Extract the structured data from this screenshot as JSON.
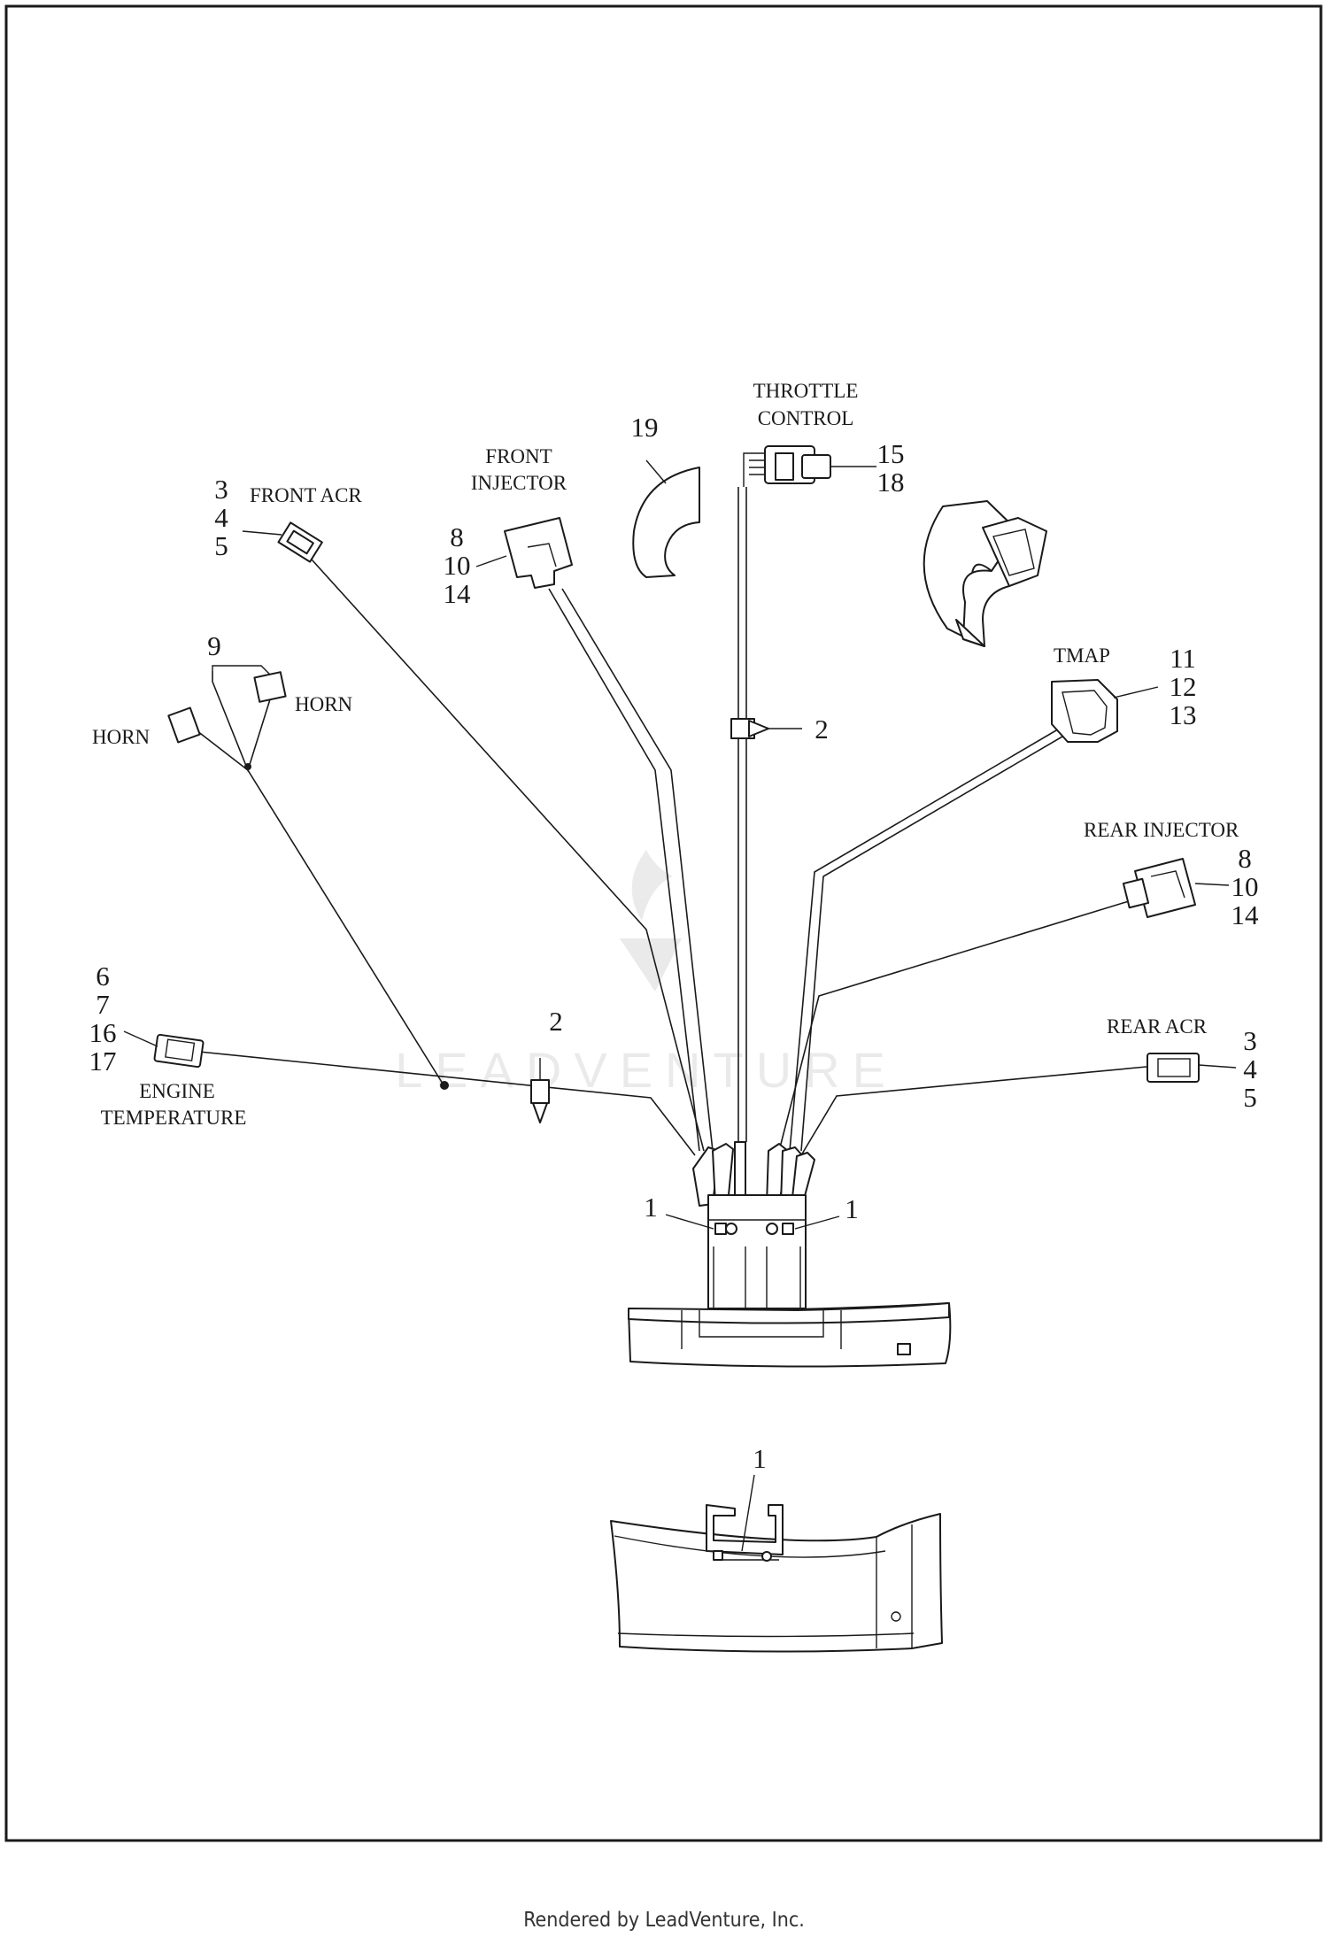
{
  "labels": {
    "front_acr": "FRONT ACR",
    "front_injector": [
      "FRONT",
      "INJECTOR"
    ],
    "throttle_control": [
      "THROTTLE",
      "CONTROL"
    ],
    "horn_left": "HORN",
    "horn_right": "HORN",
    "tmap": "TMAP",
    "rear_injector": "REAR INJECTOR",
    "rear_acr": "REAR ACR",
    "engine_temperature": [
      "ENGINE",
      "TEMPERATURE"
    ]
  },
  "callouts": {
    "front_acr": [
      "3",
      "4",
      "5"
    ],
    "front_injector": [
      "8",
      "10",
      "14"
    ],
    "boot": "19",
    "throttle_control": [
      "15",
      "18"
    ],
    "horn": "9",
    "tmap": [
      "11",
      "12",
      "13"
    ],
    "clip_upper": "2",
    "rear_injector": [
      "8",
      "10",
      "14"
    ],
    "engine_temperature": [
      "6",
      "7",
      "16",
      "17"
    ],
    "clip_lower": "2",
    "rear_acr": [
      "3",
      "4",
      "5"
    ],
    "clamp_left": "1",
    "clamp_right": "1",
    "clamp_detail": "1"
  },
  "watermark": "LEADVENTURE",
  "footer": "Rendered by LeadVenture, Inc."
}
